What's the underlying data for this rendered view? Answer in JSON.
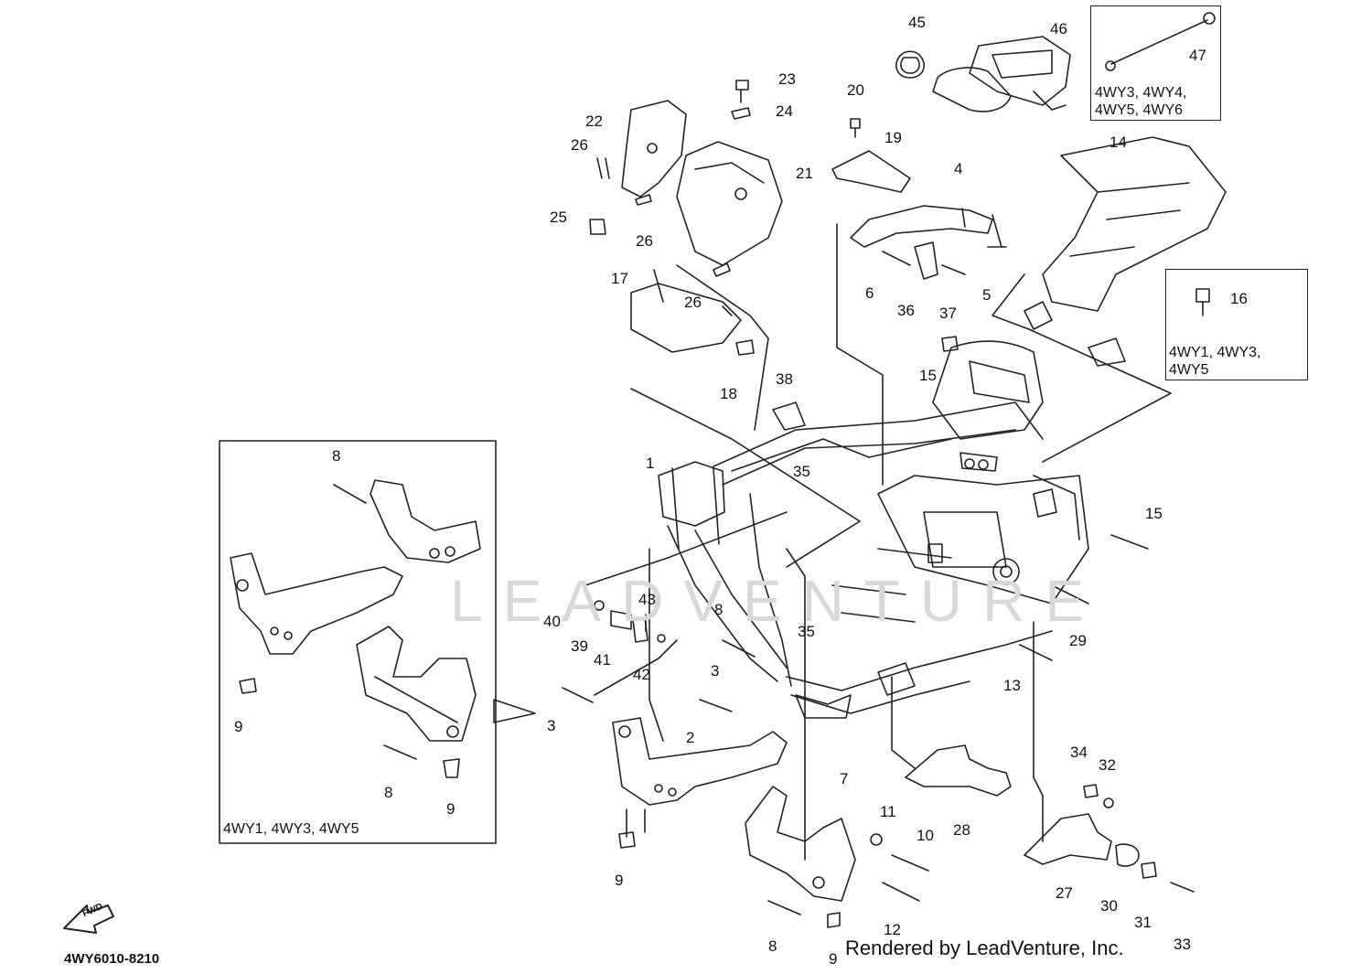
{
  "callouts": [
    "45",
    "46",
    "47",
    "23",
    "24",
    "22",
    "21",
    "26",
    "26",
    "25",
    "26",
    "20",
    "19",
    "4",
    "14",
    "17",
    "26",
    "6",
    "36",
    "37",
    "5",
    "16",
    "18",
    "38",
    "15",
    "1",
    "35",
    "35",
    "15",
    "8",
    "9",
    "8",
    "9",
    "40",
    "39",
    "43",
    "41",
    "42",
    "8",
    "29",
    "13",
    "3",
    "3",
    "2",
    "9",
    "7",
    "11",
    "10",
    "28",
    "34",
    "32",
    "27",
    "30",
    "31",
    "12",
    "8",
    "9",
    "33"
  ],
  "boxes": {
    "box_47": "4WY3, 4WY4,\n4WY5, 4WY6",
    "box_16": "4WY1, 4WY3,\n4WY5",
    "box_left": "4WY1, 4WY3, 4WY5"
  },
  "watermark": "LEADVENTURE",
  "fwd_label": "FWD",
  "diagram_code": "4WY6010-8210",
  "rendered_by": "Rendered by LeadVenture, Inc."
}
